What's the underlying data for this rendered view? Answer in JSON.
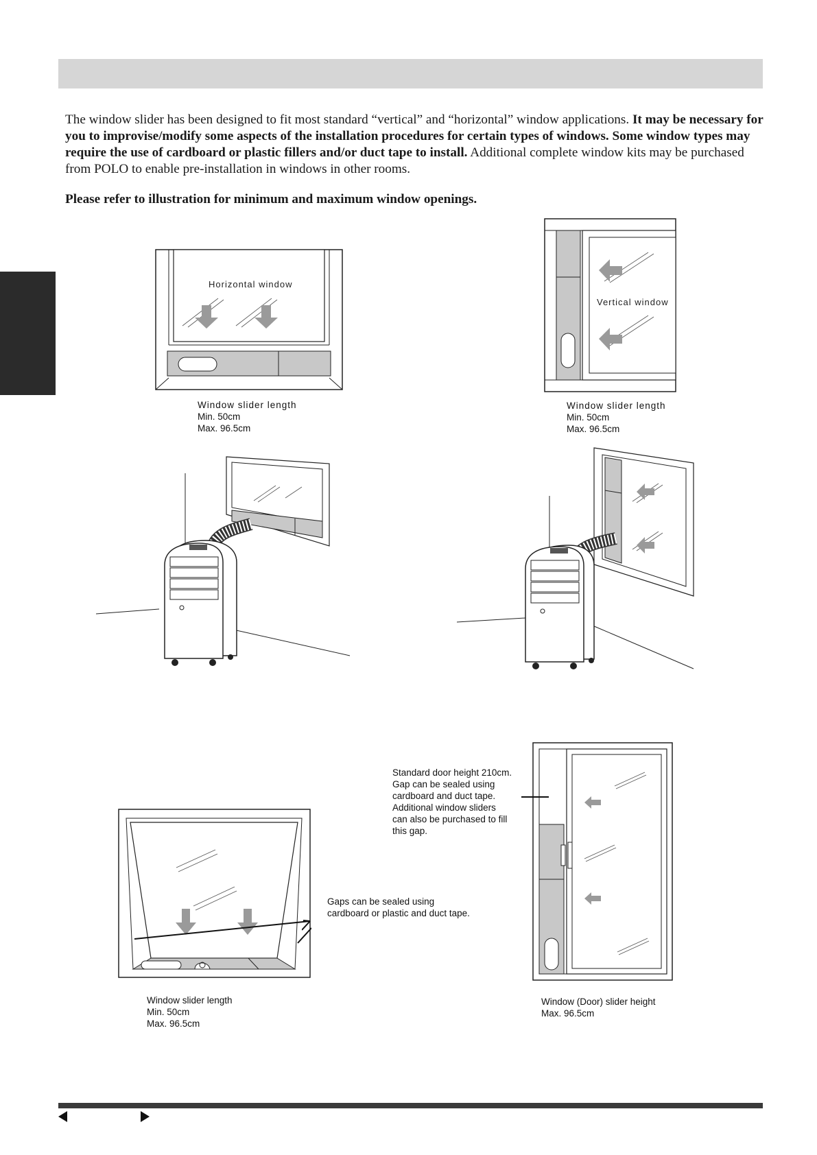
{
  "intro": {
    "part1": "The window slider has been designed to fit most standard “vertical” and “horizontal” window applications. ",
    "part2_bold": "It may be necessary for you to improvise/modify some aspects of the installation procedures for certain types of windows. Some window types may require the use of cardboard or plastic fillers and/or duct tape to install.",
    "part3": " Additional complete window kits may be purchased from POLO to enable pre-installation in windows in other rooms."
  },
  "refer_text": "Please refer to illustration for minimum and maximum window openings.",
  "figures": {
    "horizontal": {
      "label": "Horizontal window",
      "caption": [
        "Window slider length",
        "Min. 50cm",
        "Max. 96.5cm"
      ]
    },
    "vertical": {
      "label": "Vertical window",
      "caption": [
        "Window slider length",
        "Min. 50cm",
        "Max. 96.5cm"
      ]
    },
    "tilt": {
      "caption": [
        "Window slider length",
        "Min. 50cm",
        "Max. 96.5cm"
      ],
      "note": [
        "Gaps can be sealed using",
        "cardboard or plastic and duct tape."
      ]
    },
    "door": {
      "note": [
        "Standard door height 210cm.",
        "Gap can be sealed using",
        "cardboard and duct tape.",
        "Additional window sliders",
        "can also be purchased to fill",
        "this gap."
      ],
      "caption": [
        "Window (Door) slider height",
        "Max. 96.5cm"
      ]
    }
  },
  "icons": {
    "prev": "triangle-left-icon",
    "next": "triangle-right-icon"
  },
  "colors": {
    "header_bar": "#d6d6d6",
    "side_tab": "#2b2b2b",
    "slider_fill": "#c8c8c8",
    "arrow_fill": "#9a9a9a"
  }
}
